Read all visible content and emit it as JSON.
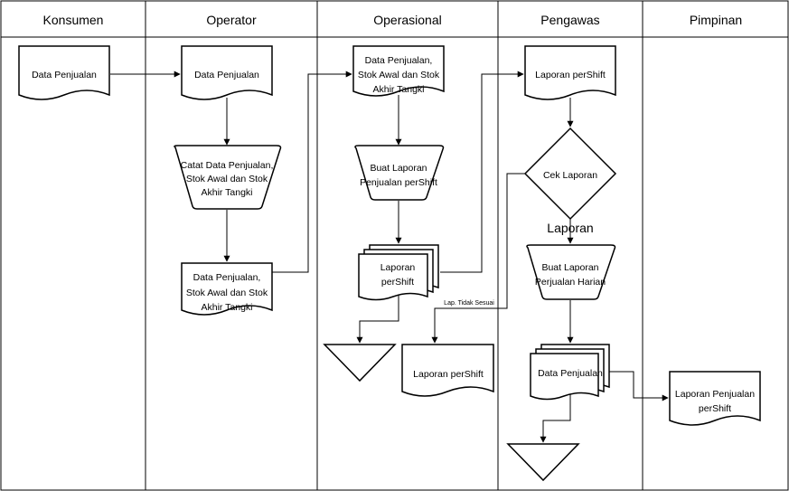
{
  "lanes": [
    "Konsumen",
    "Operator",
    "Operasional",
    "Pengawas",
    "Pimpinan"
  ],
  "nodes": {
    "konsumen_doc": "Data Penjualan",
    "operator_doc": "Data Penjualan",
    "operator_manual": [
      "Catat Data Penjualan,",
      "Stok Awal dan Stok",
      "Akhir Tangki"
    ],
    "operator_doc2": [
      "Data Penjualan,",
      "Stok Awal dan Stok",
      "Akhir Tangki"
    ],
    "operasional_doc": [
      "Data Penjualan,",
      "Stok Awal dan Stok",
      "Akhir Tangki"
    ],
    "operasional_manual": [
      "Buat Laporan",
      "Penjualan perShift"
    ],
    "operasional_multidoc": [
      "Laporan",
      "perShift"
    ],
    "operasional_doc_return": "Laporan perShift",
    "pengawas_doc": "Laporan perShift",
    "pengawas_decision": "Cek Laporan",
    "pengawas_branch_label": "Laporan",
    "reject_label": "Lap. Tidak Sesuai",
    "pengawas_manual": [
      "Buat Laporan",
      "Perjualan Harian"
    ],
    "pengawas_multidoc": "Data Penjualan",
    "pimpinan_doc": [
      "Laporan Penjualan",
      "perShift"
    ]
  }
}
